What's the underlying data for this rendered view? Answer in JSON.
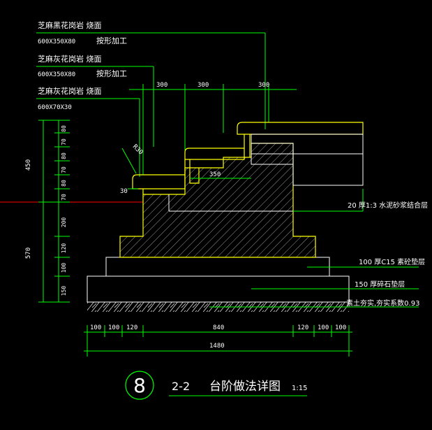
{
  "callouts": [
    {
      "name": "芝麻黑花岗岩  烧面",
      "size": "600X350X80",
      "note": "按形加工"
    },
    {
      "name": "芝麻灰花岗岩  烧面",
      "size": "600X350X80",
      "note": "按形加工"
    },
    {
      "name": "芝麻灰花岗岩  烧面",
      "size": "600X70X30",
      "note": ""
    }
  ],
  "top_dims": [
    "300",
    "300",
    "300"
  ],
  "inner_dims": {
    "tread": "350",
    "nosing": "30",
    "r": "R30"
  },
  "left_dims": {
    "overall": [
      "450",
      "570"
    ],
    "detail": [
      "80",
      "70",
      "80",
      "70",
      "80",
      "70",
      "200",
      "120",
      "100",
      "150"
    ]
  },
  "layer_labels": [
    "20  厚1:3  水泥砂浆结合层",
    "100  厚C15  素砼垫层",
    "150  厚碎石垫层",
    "素土夯实,夯实系数0.93"
  ],
  "bottom_dims": [
    "100",
    "100",
    "120",
    "840",
    "120",
    "100",
    "100"
  ],
  "bottom_total": "1480",
  "title": {
    "number": "8",
    "section": "2-2",
    "name": "台阶做法详图",
    "scale": "1:15"
  },
  "colors": {
    "background": "#000000",
    "dimension": "#00ff00",
    "outline": "#ffff00",
    "detail": "#ffffff",
    "axis": "#ff0000"
  }
}
